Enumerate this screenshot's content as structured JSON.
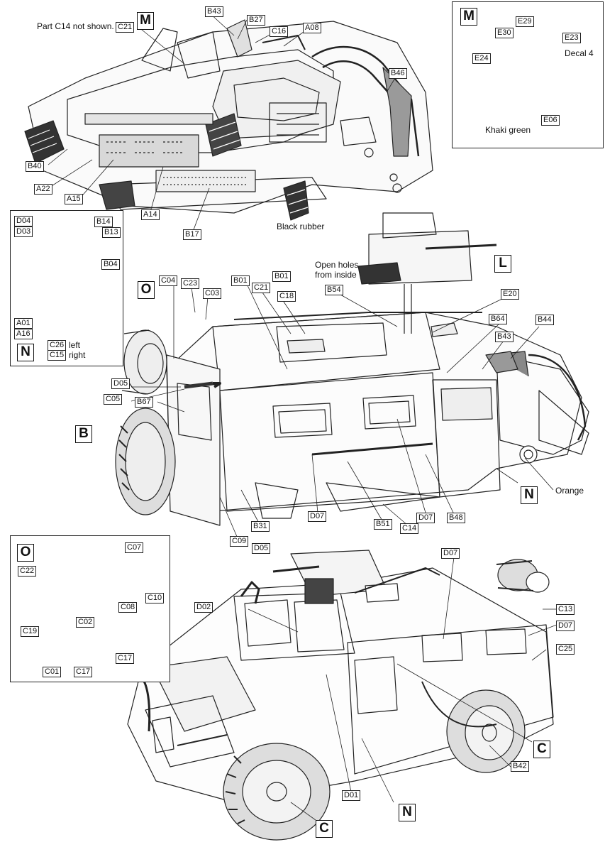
{
  "labels": {
    "B43": "B43",
    "B27": "B27",
    "C21": "C21",
    "C16": "C16",
    "A08": "A08",
    "B46": "B46",
    "B40": "B40",
    "A22": "A22",
    "A15": "A15",
    "A14": "A14",
    "B17": "B17",
    "E29": "E29",
    "E30": "E30",
    "E23": "E23",
    "E24": "E24",
    "E06": "E06",
    "D04": "D04",
    "D03": "D03",
    "B14": "B14",
    "B13": "B13",
    "B04": "B04",
    "A01": "A01",
    "A16": "A16",
    "C26": "C26",
    "C15": "C15",
    "C04": "C04",
    "C23": "C23",
    "C03": "C03",
    "B01": "B01",
    "C18": "C18",
    "B54": "B54",
    "E20": "E20",
    "B64": "B64",
    "B44": "B44",
    "D05": "D05",
    "C05": "C05",
    "B67": "B67",
    "C09": "C09",
    "B31": "B31",
    "D07": "D07",
    "B51": "B51",
    "C14": "C14",
    "B48": "B48",
    "C07": "C07",
    "C22": "C22",
    "C10": "C10",
    "C08": "C08",
    "C02": "C02",
    "C19": "C19",
    "C17": "C17",
    "C01": "C01",
    "D02": "D02",
    "C13": "C13",
    "C25": "C25",
    "B42": "B42",
    "D01": "D01"
  },
  "markers": {
    "M": "M",
    "N": "N",
    "O": "O",
    "L": "L",
    "B": "B",
    "C": "C"
  },
  "notes": {
    "c14_not_shown": "Part C14 not shown.",
    "black_rubber": "Black rubber",
    "decal_4": "Decal 4",
    "khaki_green": "Khaki green",
    "open_holes_line1": "Open holes",
    "open_holes_line2": "from inside",
    "left": "left",
    "right": "right",
    "orange": "Orange"
  }
}
